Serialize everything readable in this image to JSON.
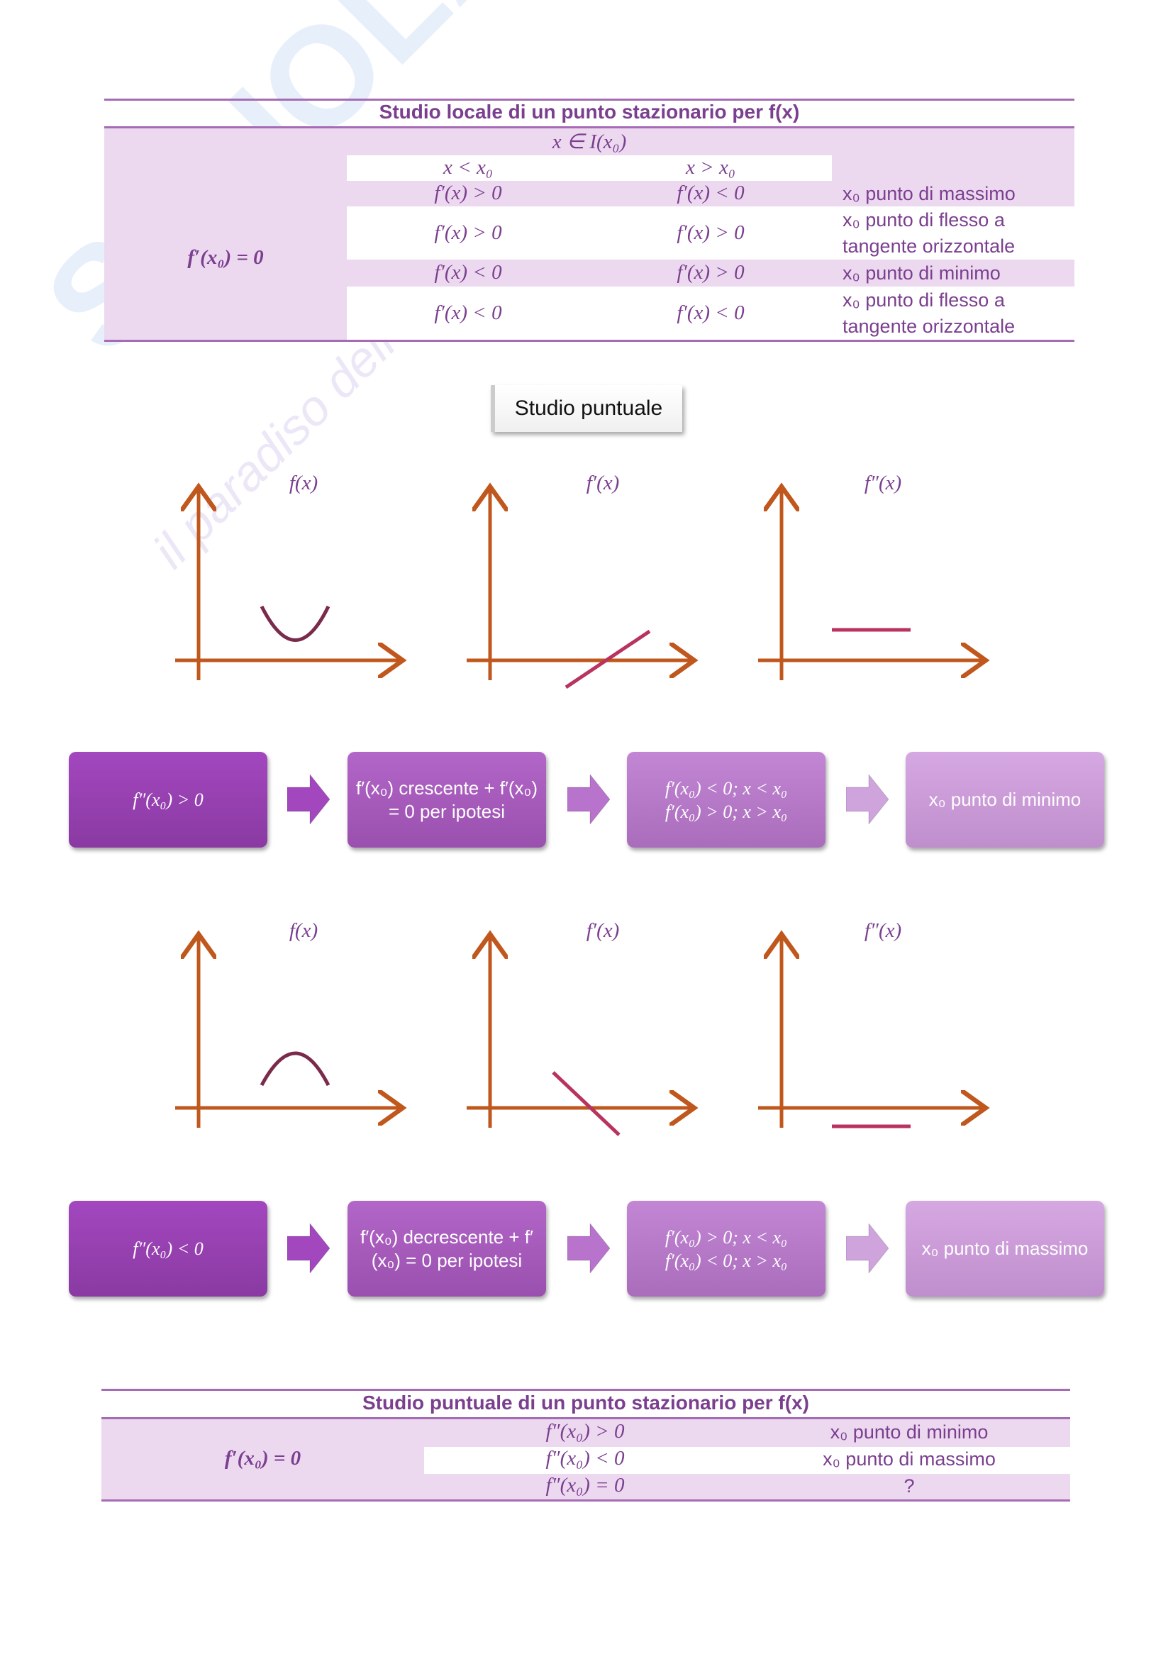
{
  "watermark": {
    "brand": "Skuola.net",
    "tagline": "il paradiso dello studente"
  },
  "table1": {
    "title": "Studio locale di un punto stazionario per f(x)",
    "condition": "f′(x₀) = 0",
    "interval": "x ∈ I(x₀)",
    "col_left": "x < x₀",
    "col_right": "x > x₀",
    "rows": [
      {
        "left": "f′(x) > 0",
        "right": "f′(x) < 0",
        "result": "x₀ punto di massimo"
      },
      {
        "left": "f′(x) > 0",
        "right": "f′(x) > 0",
        "result": "x₀ punto di flesso a tangente orizzontale"
      },
      {
        "left": "f′(x) < 0",
        "right": "f′(x) > 0",
        "result": "x₀ punto di minimo"
      },
      {
        "left": "f′(x) < 0",
        "right": "f′(x) < 0",
        "result": "x₀ punto di flesso a tangente orizzontale"
      }
    ]
  },
  "section_button": "Studio puntuale",
  "graph_labels": [
    "f(x)",
    "f′(x)",
    "f″(x)"
  ],
  "flow_min": [
    "f″(x₀) > 0",
    "f′(x₀) crescente + f′(x₀) = 0 per ipotesi",
    "f′(x₀) < 0; x < x₀\nf′(x₀) > 0; x > x₀",
    "x₀ punto di minimo"
  ],
  "flow_max": [
    "f″(x₀) < 0",
    "f′(x₀) decrescente + f′(x₀) = 0 per ipotesi",
    "f′(x₀) > 0; x < x₀\nf′(x₀) < 0; x > x₀",
    "x₀ punto di massimo"
  ],
  "table2": {
    "title": "Studio puntuale di un punto stazionario per f(x)",
    "condition": "f′(x₀) = 0",
    "rows": [
      {
        "cond": "f″(x₀) > 0",
        "result": "x₀ punto di minimo"
      },
      {
        "cond": "f″(x₀) < 0",
        "result": "x₀ punto di massimo"
      },
      {
        "cond": "f″(x₀) = 0",
        "result": "?"
      }
    ]
  },
  "colors": {
    "accent": "#7b3f8f",
    "axis": "#c0571c",
    "curve": "#7a2a4a",
    "line": "#b8345e",
    "row_bg": "#ecd9f0"
  }
}
